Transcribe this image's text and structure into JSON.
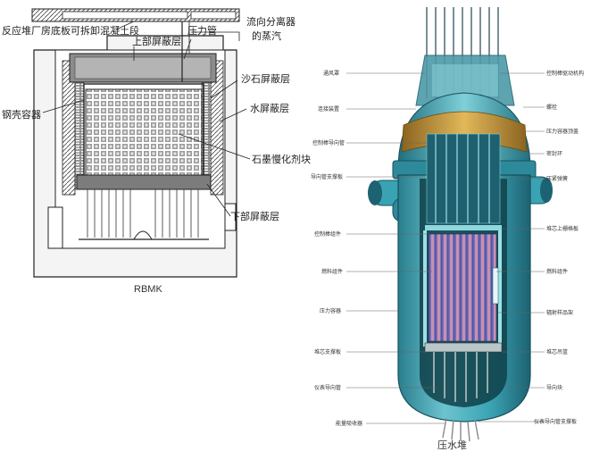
{
  "rbmk": {
    "caption": "RBMK",
    "labels": {
      "floor_slab": "反应堆厂房底板可拆卸混凝土段",
      "pressure_tube": "压力管",
      "steam_to_separator_1": "流向分离器",
      "steam_to_separator_2": "的蒸汽",
      "upper_shield": "上部屏蔽层",
      "sand_shield": "沙石屏蔽层",
      "steel_vessel": "钢壳容器",
      "water_shield": "水屏蔽层",
      "graphite_moderator": "石墨慢化剂块",
      "lower_shield": "下部屏蔽层"
    }
  },
  "pwr": {
    "caption": "压水堆",
    "labels_left": {
      "ventilation_hood": "通风罩",
      "lifting_device": "连接装置",
      "crdm_guide": "控制棒导向管",
      "guide_tube_support": "导向管支撑板",
      "control_rod_assembly": "控制棒组件",
      "fuel_assembly": "燃料组件",
      "pressure_vessel": "压力容器",
      "core_support_plate": "堆芯支撑板",
      "instrument_guide": "仪表导向管",
      "energy_absorber": "能量吸收器"
    },
    "labels_right": {
      "crdm": "控制棒驱动机构",
      "bolt": "螺栓",
      "vessel_head": "压力容器顶盖",
      "seal_ring": "密封环",
      "holddown_spring": "压紧弹簧",
      "upper_core_plate": "堆芯上栅格板",
      "fuel_element": "燃料组件",
      "surveillance_capsule": "辐射样品架",
      "core_barrel": "堆芯吊篮",
      "guide_block": "导向块",
      "instrument_support": "仪表导向管支撑板"
    }
  },
  "colors": {
    "teal": "#3aa3b3",
    "teal_dark": "#1f6f80",
    "gold": "#c99a3a",
    "fuel_pink": "#c28aa8",
    "fuel_blue": "#6a78c8",
    "concrete": "#f2f2f2",
    "line": "#222222"
  }
}
